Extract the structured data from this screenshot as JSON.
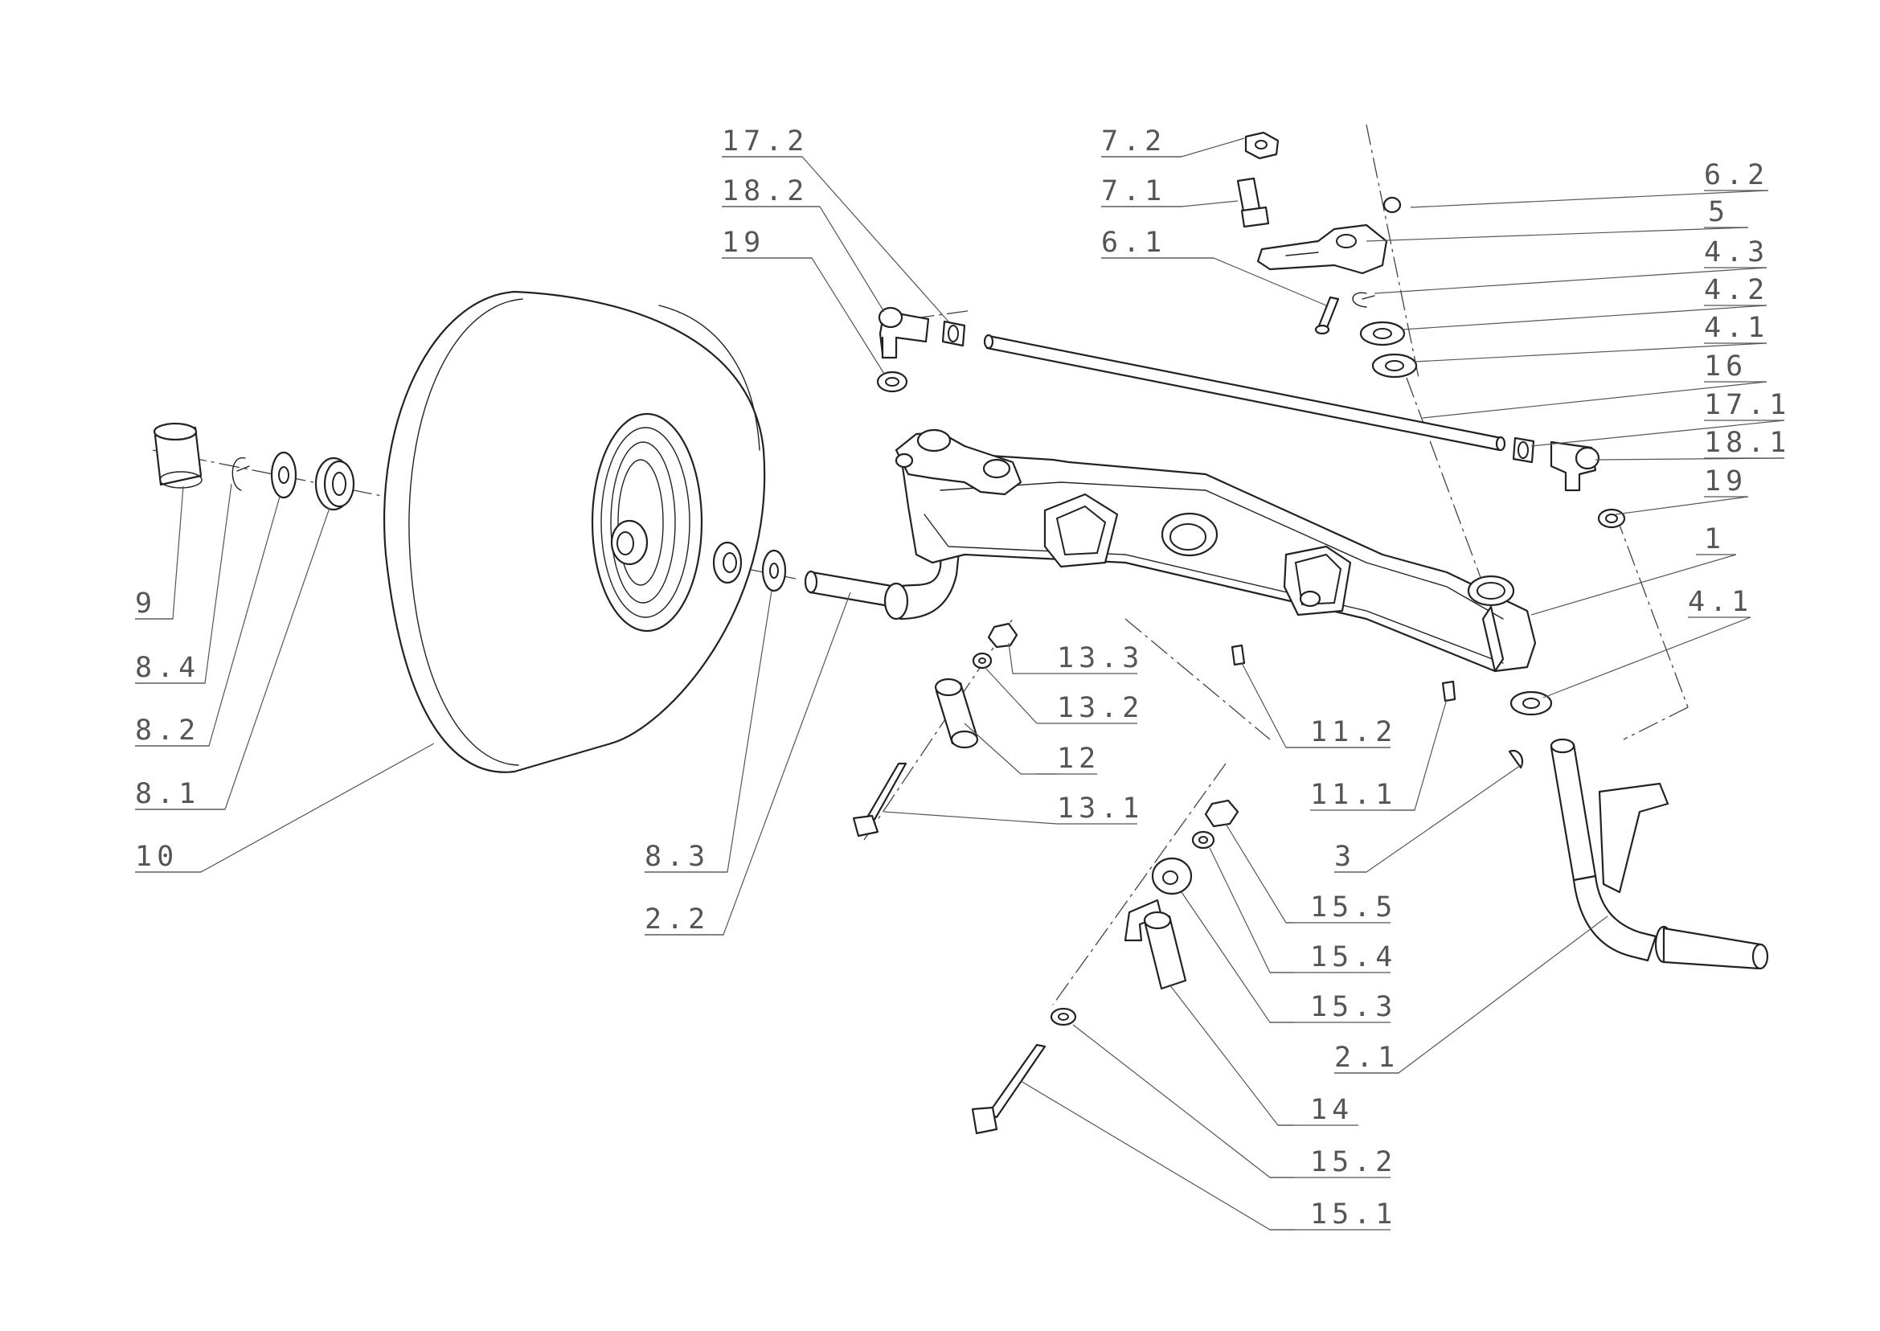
{
  "callouts": [
    {
      "id": "c-17-2",
      "text": "17.2"
    },
    {
      "id": "c-18-2",
      "text": "18.2"
    },
    {
      "id": "c-19-a",
      "text": "19"
    },
    {
      "id": "c-7-2",
      "text": "7.2"
    },
    {
      "id": "c-7-1",
      "text": "7.1"
    },
    {
      "id": "c-6-1",
      "text": "6.1"
    },
    {
      "id": "c-6-2",
      "text": "6.2"
    },
    {
      "id": "c-5",
      "text": "5"
    },
    {
      "id": "c-4-3",
      "text": "4.3"
    },
    {
      "id": "c-4-2",
      "text": "4.2"
    },
    {
      "id": "c-4-1-a",
      "text": "4.1"
    },
    {
      "id": "c-16",
      "text": "16"
    },
    {
      "id": "c-17-1",
      "text": "17.1"
    },
    {
      "id": "c-18-1",
      "text": "18.1"
    },
    {
      "id": "c-19-b",
      "text": "19"
    },
    {
      "id": "c-1",
      "text": "1"
    },
    {
      "id": "c-4-1-b",
      "text": "4.1"
    },
    {
      "id": "c-9",
      "text": "9"
    },
    {
      "id": "c-8-4",
      "text": "8.4"
    },
    {
      "id": "c-8-2",
      "text": "8.2"
    },
    {
      "id": "c-8-1",
      "text": "8.1"
    },
    {
      "id": "c-10",
      "text": "10"
    },
    {
      "id": "c-13-3",
      "text": "13.3"
    },
    {
      "id": "c-13-2",
      "text": "13.2"
    },
    {
      "id": "c-12",
      "text": "12"
    },
    {
      "id": "c-13-1",
      "text": "13.1"
    },
    {
      "id": "c-11-2",
      "text": "11.2"
    },
    {
      "id": "c-11-1",
      "text": "11.1"
    },
    {
      "id": "c-3",
      "text": "3"
    },
    {
      "id": "c-8-3",
      "text": "8.3"
    },
    {
      "id": "c-2-2",
      "text": "2.2"
    },
    {
      "id": "c-15-5",
      "text": "15.5"
    },
    {
      "id": "c-15-4",
      "text": "15.4"
    },
    {
      "id": "c-15-3",
      "text": "15.3"
    },
    {
      "id": "c-2-1",
      "text": "2.1"
    },
    {
      "id": "c-14",
      "text": "14"
    },
    {
      "id": "c-15-2",
      "text": "15.2"
    },
    {
      "id": "c-15-1",
      "text": "15.1"
    }
  ]
}
